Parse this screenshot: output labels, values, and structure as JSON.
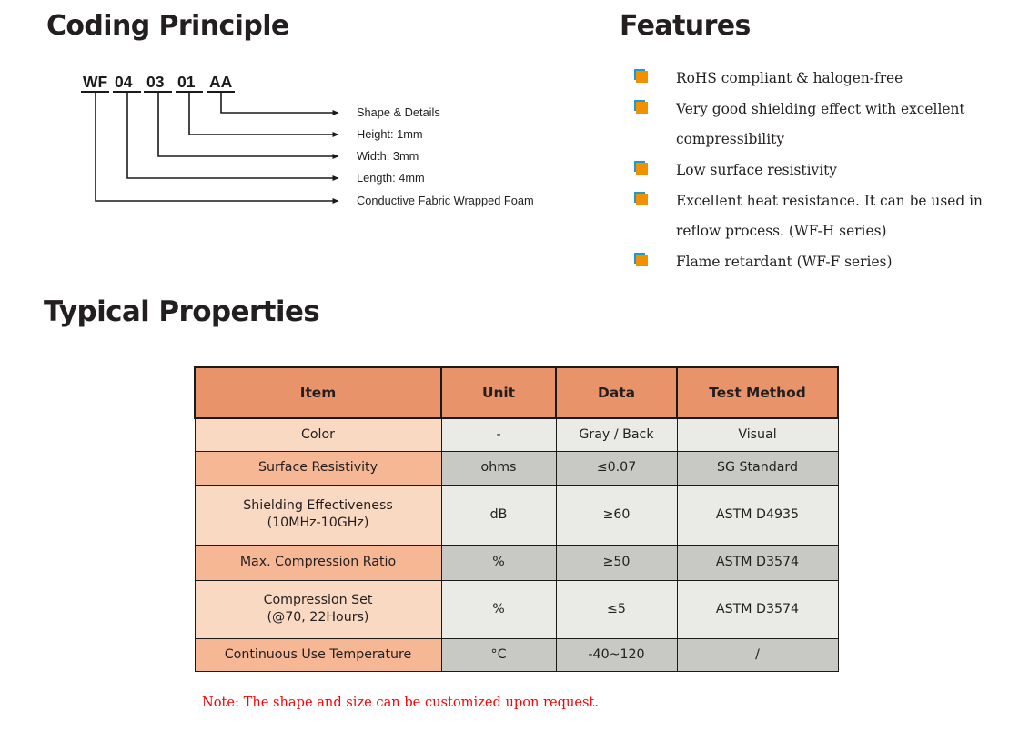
{
  "sections": {
    "coding": {
      "heading": "Coding Principle"
    },
    "features": {
      "heading": "Features"
    },
    "properties": {
      "heading": "Typical Properties"
    }
  },
  "coding_diagram": {
    "code_segments": [
      {
        "text": "WF"
      },
      {
        "text": "04"
      },
      {
        "text": "03"
      },
      {
        "text": "01"
      },
      {
        "text": "AA"
      }
    ],
    "leader_labels": [
      "Shape & Details",
      "Height: 1mm",
      "Width: 3mm",
      "Length: 4mm",
      "Conductive Fabric Wrapped Foam"
    ]
  },
  "features": {
    "bullet_icon": "orange-square-bullet",
    "bullet_colors": {
      "front": "#f29100",
      "back": "#1c9ad6"
    },
    "items": [
      "RoHS compliant & halogen-free",
      "Very good shielding effect with excellent compressibility",
      "Low surface resistivity",
      "Excellent heat resistance. It can be used in reflow process. (WF-H series)",
      "Flame retardant (WF-F series)"
    ]
  },
  "table": {
    "colors": {
      "header": "#e8936a",
      "item_light": "#fad9c3",
      "item_dark": "#f6b795",
      "cell_light": "#eaebe7",
      "cell_dark": "#c8c8c4",
      "border": "#1a1a1a"
    },
    "headers": [
      "Item",
      "Unit",
      "Data",
      "Test Method"
    ],
    "rows": [
      {
        "item": "Color",
        "unit": "-",
        "data": "Gray / Back",
        "method": "Visual"
      },
      {
        "item": "Surface Resistivity",
        "unit": "ohms",
        "data": "≤0.07",
        "method": "SG Standard"
      },
      {
        "item": "Shielding Effectiveness\n(10MHz-10GHz)",
        "unit": "dB",
        "data": "≥60",
        "method": "ASTM D4935"
      },
      {
        "item": "Max. Compression Ratio",
        "unit": "%",
        "data": "≥50",
        "method": "ASTM D3574"
      },
      {
        "item": "Compression Set\n(@70, 22Hours)",
        "unit": "%",
        "data": "≤5",
        "method": "ASTM D3574"
      },
      {
        "item": "Continuous Use Temperature",
        "unit": "°C",
        "data": "-40~120",
        "method": "/"
      }
    ]
  },
  "note": {
    "text": "Note: The shape and size can be customized upon request.",
    "color": "#ff0000"
  }
}
